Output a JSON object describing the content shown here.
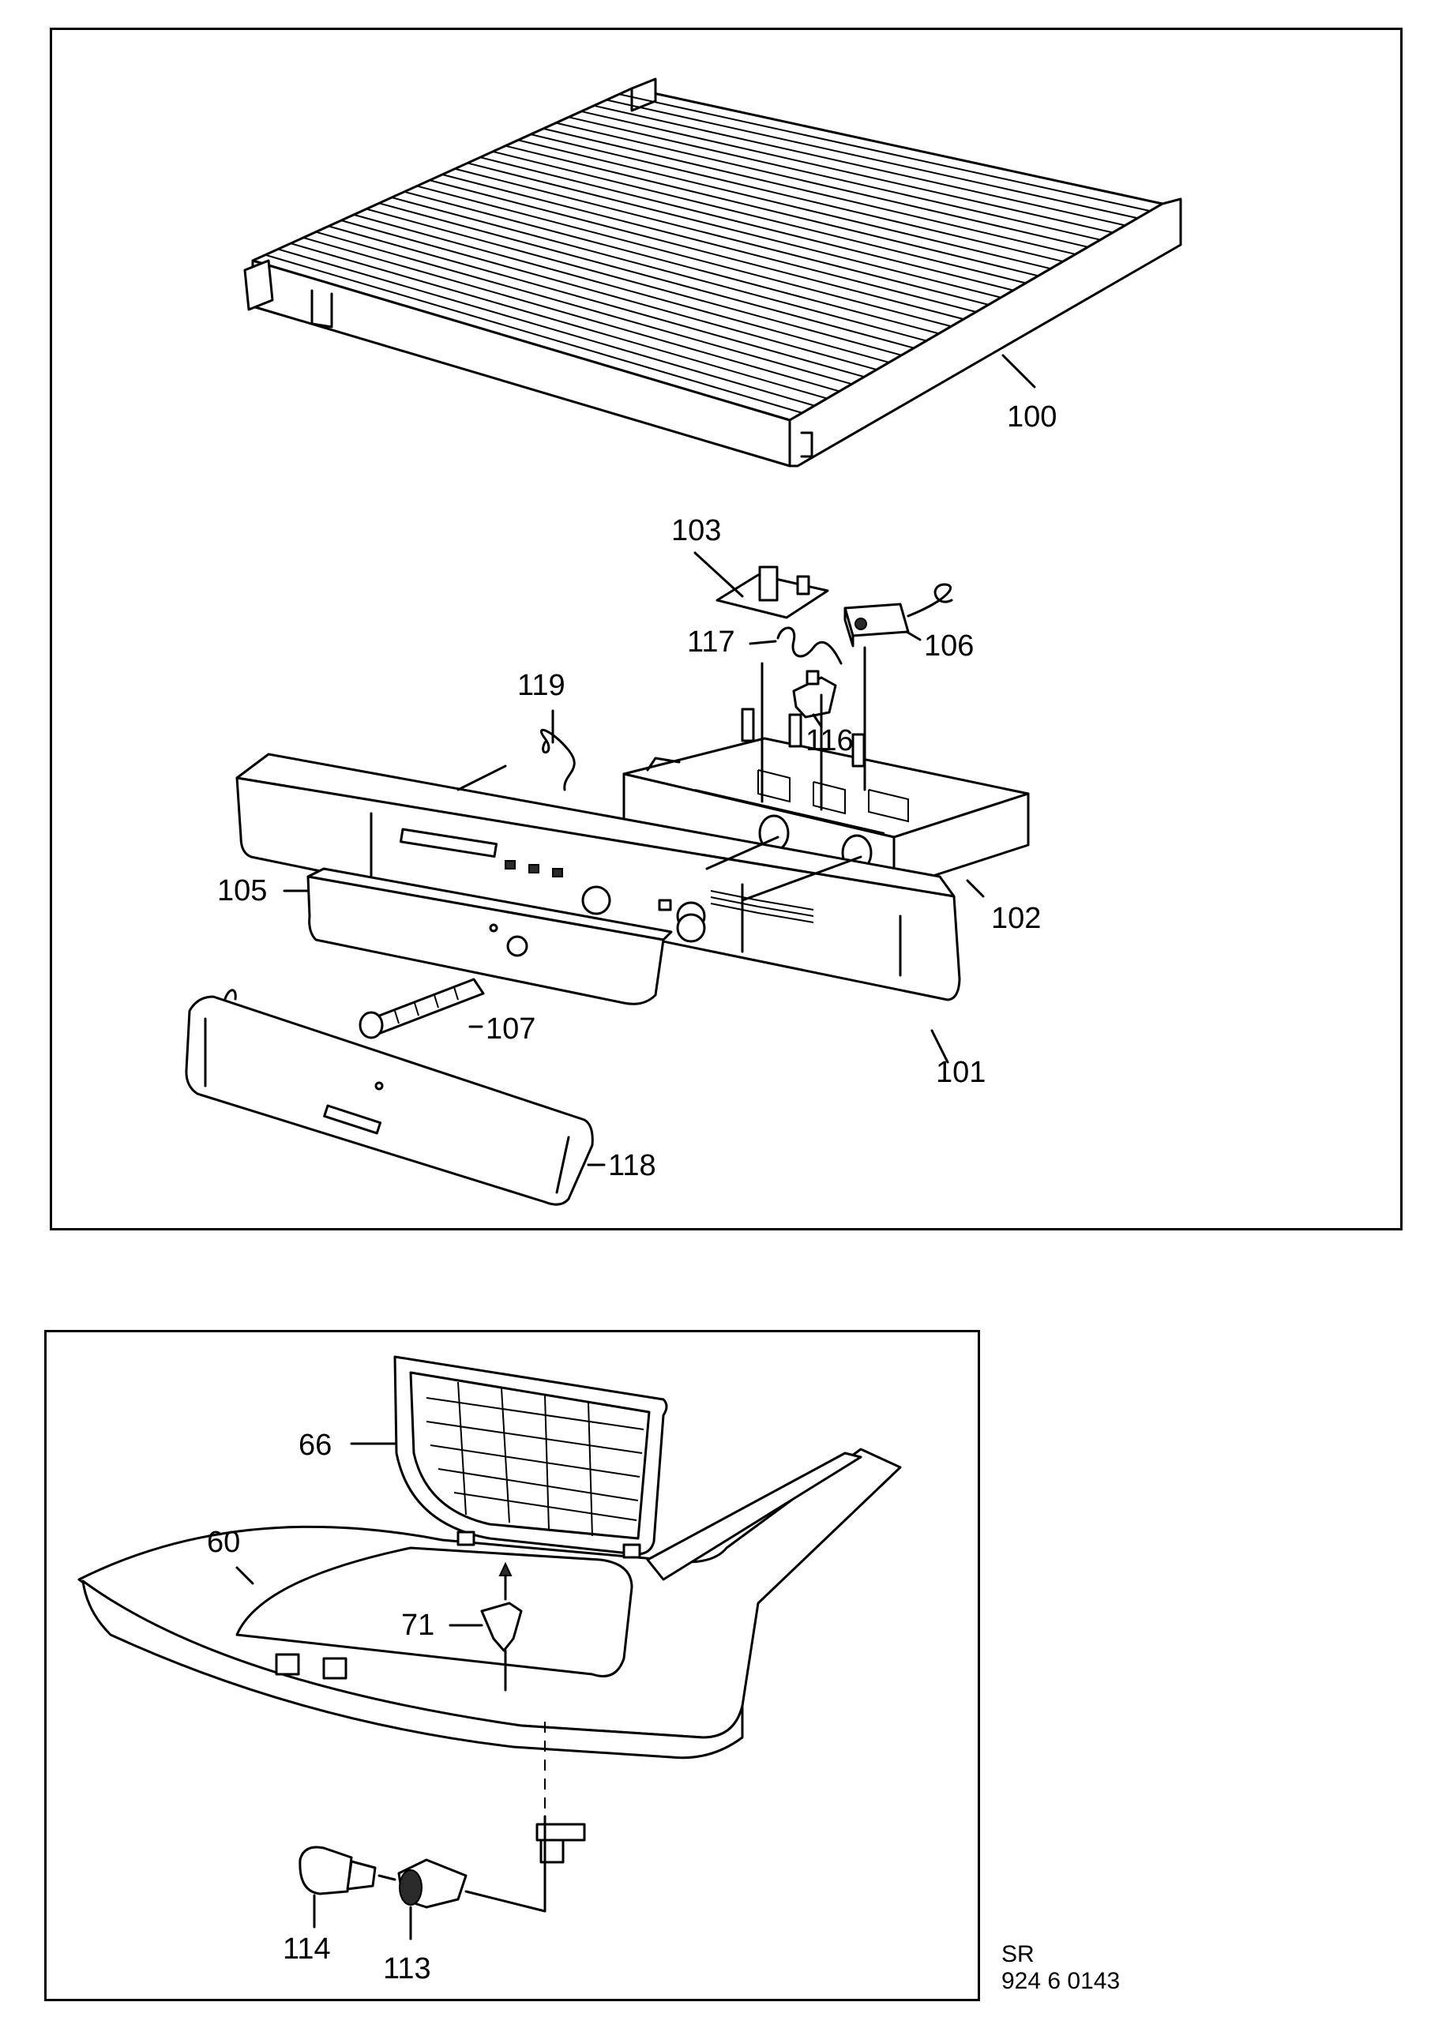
{
  "top_panel": {
    "labels": {
      "tray": "100",
      "front_panel": "101",
      "control_housing": "102",
      "switch_plate": "103",
      "cover_strip": "105",
      "thermostat": "106",
      "shaft": "107",
      "wire_spring": "117",
      "switch": "116",
      "clip_spring": "119",
      "flap": "118"
    }
  },
  "bottom_panel": {
    "labels": {
      "grille": "66",
      "lamp_housing": "60",
      "clip": "71",
      "bulb": "114",
      "socket": "113"
    }
  },
  "reference": {
    "code_line1": "SR",
    "code_line2": "924 6 0143"
  }
}
